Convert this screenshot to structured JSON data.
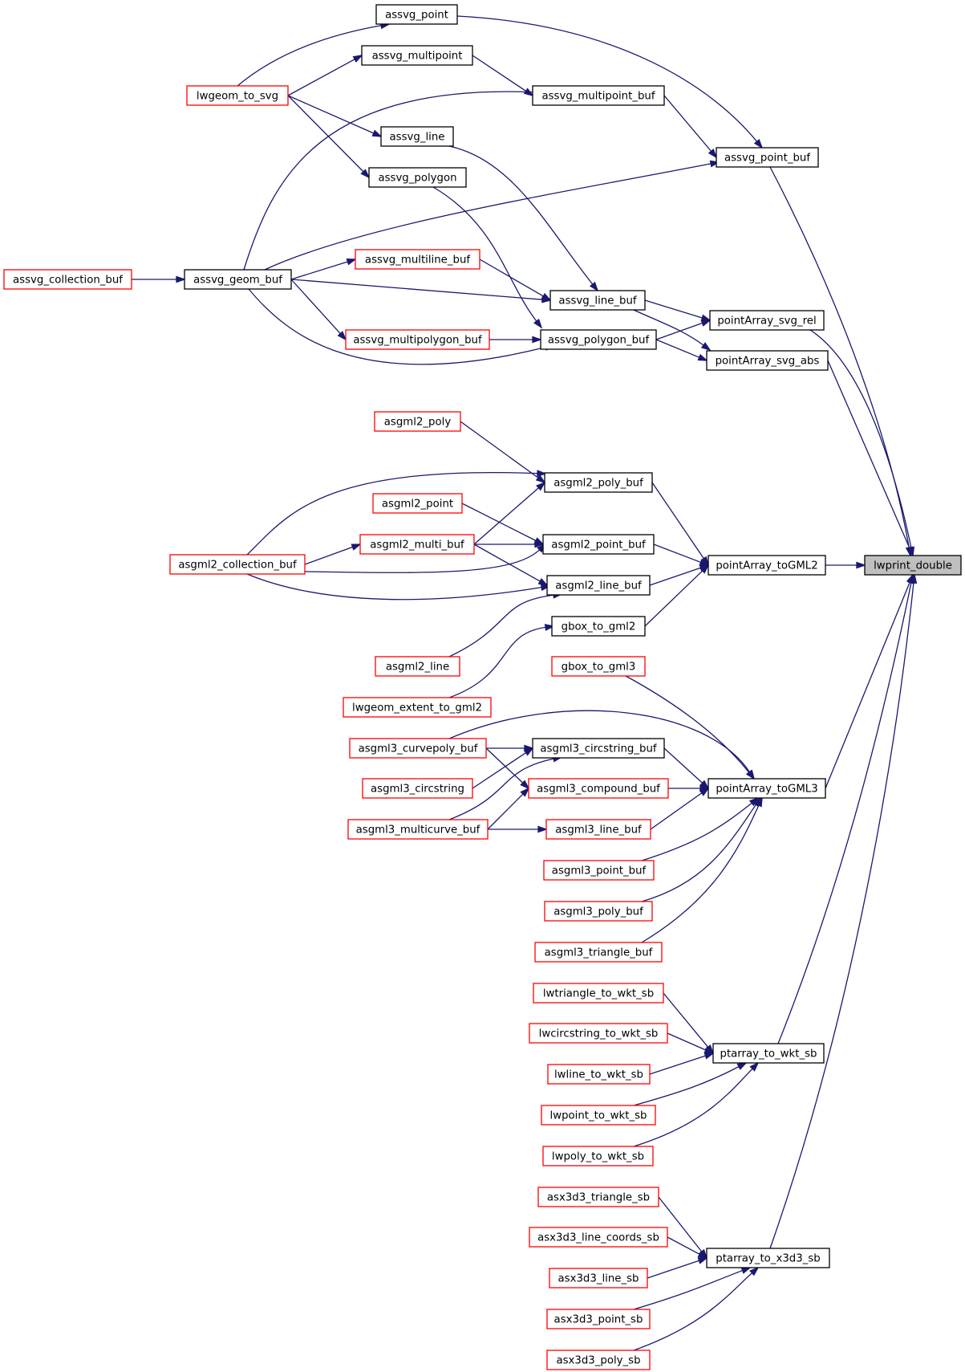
{
  "nodes": {
    "lwprint_double": {
      "label": "lwprint_double",
      "style": "root"
    },
    "assvg_point": {
      "label": "assvg_point",
      "style": "black"
    },
    "assvg_multipoint": {
      "label": "assvg_multipoint",
      "style": "black"
    },
    "lwgeom_to_svg": {
      "label": "lwgeom_to_svg",
      "style": "red"
    },
    "assvg_multipoint_buf": {
      "label": "assvg_multipoint_buf",
      "style": "black"
    },
    "assvg_line": {
      "label": "assvg_line",
      "style": "black"
    },
    "assvg_point_buf": {
      "label": "assvg_point_buf",
      "style": "black"
    },
    "assvg_polygon": {
      "label": "assvg_polygon",
      "style": "black"
    },
    "assvg_multiline_buf": {
      "label": "assvg_multiline_buf",
      "style": "red"
    },
    "assvg_collection_buf": {
      "label": "assvg_collection_buf",
      "style": "red"
    },
    "assvg_geom_buf": {
      "label": "assvg_geom_buf",
      "style": "black"
    },
    "assvg_line_buf": {
      "label": "assvg_line_buf",
      "style": "black"
    },
    "pointArray_svg_rel": {
      "label": "pointArray_svg_rel",
      "style": "black"
    },
    "assvg_multipolygon_buf": {
      "label": "assvg_multipolygon_buf",
      "style": "red"
    },
    "assvg_polygon_buf": {
      "label": "assvg_polygon_buf",
      "style": "black"
    },
    "pointArray_svg_abs": {
      "label": "pointArray_svg_abs",
      "style": "black"
    },
    "asgml2_poly": {
      "label": "asgml2_poly",
      "style": "red"
    },
    "asgml2_poly_buf": {
      "label": "asgml2_poly_buf",
      "style": "black"
    },
    "asgml2_point": {
      "label": "asgml2_point",
      "style": "red"
    },
    "asgml2_multi_buf": {
      "label": "asgml2_multi_buf",
      "style": "red"
    },
    "asgml2_point_buf": {
      "label": "asgml2_point_buf",
      "style": "black"
    },
    "asgml2_collection_buf": {
      "label": "asgml2_collection_buf",
      "style": "red"
    },
    "pointArray_toGML2": {
      "label": "pointArray_toGML2",
      "style": "black"
    },
    "asgml2_line_buf": {
      "label": "asgml2_line_buf",
      "style": "black"
    },
    "gbox_to_gml2": {
      "label": "gbox_to_gml2",
      "style": "black"
    },
    "asgml2_line": {
      "label": "asgml2_line",
      "style": "red"
    },
    "gbox_to_gml3": {
      "label": "gbox_to_gml3",
      "style": "red"
    },
    "lwgeom_extent_to_gml2": {
      "label": "lwgeom_extent_to_gml2",
      "style": "red"
    },
    "asgml3_curvepoly_buf": {
      "label": "asgml3_curvepoly_buf",
      "style": "red"
    },
    "asgml3_circstring_buf": {
      "label": "asgml3_circstring_buf",
      "style": "black"
    },
    "asgml3_circstring": {
      "label": "asgml3_circstring",
      "style": "red"
    },
    "asgml3_compound_buf": {
      "label": "asgml3_compound_buf",
      "style": "red"
    },
    "pointArray_toGML3": {
      "label": "pointArray_toGML3",
      "style": "black"
    },
    "asgml3_multicurve_buf": {
      "label": "asgml3_multicurve_buf",
      "style": "red"
    },
    "asgml3_line_buf": {
      "label": "asgml3_line_buf",
      "style": "red"
    },
    "asgml3_point_buf": {
      "label": "asgml3_point_buf",
      "style": "red"
    },
    "asgml3_poly_buf": {
      "label": "asgml3_poly_buf",
      "style": "red"
    },
    "asgml3_triangle_buf": {
      "label": "asgml3_triangle_buf",
      "style": "red"
    },
    "lwtriangle_to_wkt_sb": {
      "label": "lwtriangle_to_wkt_sb",
      "style": "red"
    },
    "lwcircstring_to_wkt_sb": {
      "label": "lwcircstring_to_wkt_sb",
      "style": "red"
    },
    "ptarray_to_wkt_sb": {
      "label": "ptarray_to_wkt_sb",
      "style": "black"
    },
    "lwline_to_wkt_sb": {
      "label": "lwline_to_wkt_sb",
      "style": "red"
    },
    "lwpoint_to_wkt_sb": {
      "label": "lwpoint_to_wkt_sb",
      "style": "red"
    },
    "lwpoly_to_wkt_sb": {
      "label": "lwpoly_to_wkt_sb",
      "style": "red"
    },
    "asx3d3_triangle_sb": {
      "label": "asx3d3_triangle_sb",
      "style": "red"
    },
    "asx3d3_line_coords_sb": {
      "label": "asx3d3_line_coords_sb",
      "style": "red"
    },
    "ptarray_to_x3d3_sb": {
      "label": "ptarray_to_x3d3_sb",
      "style": "black"
    },
    "asx3d3_line_sb": {
      "label": "asx3d3_line_sb",
      "style": "red"
    },
    "asx3d3_point_sb": {
      "label": "asx3d3_point_sb",
      "style": "red"
    },
    "asx3d3_poly_sb": {
      "label": "asx3d3_poly_sb",
      "style": "red"
    }
  },
  "edges": [
    {
      "from": "assvg_point",
      "to": "assvg_point_buf"
    },
    {
      "from": "lwgeom_to_svg",
      "to": "assvg_point"
    },
    {
      "from": "lwgeom_to_svg",
      "to": "assvg_multipoint"
    },
    {
      "from": "lwgeom_to_svg",
      "to": "assvg_line"
    },
    {
      "from": "lwgeom_to_svg",
      "to": "assvg_polygon"
    },
    {
      "from": "assvg_multipoint",
      "to": "assvg_multipoint_buf"
    },
    {
      "from": "assvg_multipoint_buf",
      "to": "assvg_point_buf"
    },
    {
      "from": "assvg_geom_buf",
      "to": "assvg_multipoint_buf"
    },
    {
      "from": "assvg_geom_buf",
      "to": "assvg_point_buf"
    },
    {
      "from": "assvg_point_buf",
      "to": "lwprint_double"
    },
    {
      "from": "assvg_line",
      "to": "assvg_line_buf"
    },
    {
      "from": "assvg_polygon",
      "to": "assvg_polygon_buf"
    },
    {
      "from": "assvg_collection_buf",
      "to": "assvg_geom_buf"
    },
    {
      "from": "assvg_geom_buf",
      "to": "assvg_multiline_buf"
    },
    {
      "from": "assvg_geom_buf",
      "to": "assvg_line_buf"
    },
    {
      "from": "assvg_geom_buf",
      "to": "assvg_multipolygon_buf"
    },
    {
      "from": "assvg_geom_buf",
      "to": "assvg_polygon_buf"
    },
    {
      "from": "assvg_multiline_buf",
      "to": "assvg_line_buf"
    },
    {
      "from": "assvg_multipolygon_buf",
      "to": "assvg_polygon_buf"
    },
    {
      "from": "assvg_line_buf",
      "to": "pointArray_svg_rel"
    },
    {
      "from": "assvg_line_buf",
      "to": "pointArray_svg_abs"
    },
    {
      "from": "assvg_polygon_buf",
      "to": "pointArray_svg_rel"
    },
    {
      "from": "assvg_polygon_buf",
      "to": "pointArray_svg_abs"
    },
    {
      "from": "pointArray_svg_rel",
      "to": "lwprint_double"
    },
    {
      "from": "pointArray_svg_abs",
      "to": "lwprint_double"
    },
    {
      "from": "asgml2_poly",
      "to": "asgml2_poly_buf"
    },
    {
      "from": "asgml2_collection_buf",
      "to": "asgml2_poly_buf"
    },
    {
      "from": "asgml2_multi_buf",
      "to": "asgml2_poly_buf"
    },
    {
      "from": "asgml2_poly_buf",
      "to": "pointArray_toGML2"
    },
    {
      "from": "asgml2_point",
      "to": "asgml2_point_buf"
    },
    {
      "from": "asgml2_collection_buf",
      "to": "asgml2_multi_buf"
    },
    {
      "from": "asgml2_multi_buf",
      "to": "asgml2_point_buf"
    },
    {
      "from": "asgml2_multi_buf",
      "to": "asgml2_line_buf"
    },
    {
      "from": "asgml2_collection_buf",
      "to": "asgml2_point_buf"
    },
    {
      "from": "asgml2_collection_buf",
      "to": "asgml2_line_buf"
    },
    {
      "from": "asgml2_point_buf",
      "to": "pointArray_toGML2"
    },
    {
      "from": "asgml2_line_buf",
      "to": "pointArray_toGML2"
    },
    {
      "from": "gbox_to_gml2",
      "to": "pointArray_toGML2"
    },
    {
      "from": "asgml2_line",
      "to": "asgml2_line_buf"
    },
    {
      "from": "lwgeom_extent_to_gml2",
      "to": "gbox_to_gml2"
    },
    {
      "from": "pointArray_toGML2",
      "to": "lwprint_double"
    },
    {
      "from": "gbox_to_gml3",
      "to": "pointArray_toGML3"
    },
    {
      "from": "asgml3_curvepoly_buf",
      "to": "pointArray_toGML3"
    },
    {
      "from": "asgml3_curvepoly_buf",
      "to": "asgml3_circstring_buf"
    },
    {
      "from": "asgml3_curvepoly_buf",
      "to": "asgml3_compound_buf"
    },
    {
      "from": "asgml3_circstring",
      "to": "asgml3_circstring_buf"
    },
    {
      "from": "asgml3_multicurve_buf",
      "to": "asgml3_circstring_buf"
    },
    {
      "from": "asgml3_multicurve_buf",
      "to": "asgml3_compound_buf"
    },
    {
      "from": "asgml3_multicurve_buf",
      "to": "asgml3_line_buf"
    },
    {
      "from": "asgml3_circstring_buf",
      "to": "pointArray_toGML3"
    },
    {
      "from": "asgml3_compound_buf",
      "to": "pointArray_toGML3"
    },
    {
      "from": "asgml3_line_buf",
      "to": "pointArray_toGML3"
    },
    {
      "from": "asgml3_point_buf",
      "to": "pointArray_toGML3"
    },
    {
      "from": "asgml3_poly_buf",
      "to": "pointArray_toGML3"
    },
    {
      "from": "asgml3_triangle_buf",
      "to": "pointArray_toGML3"
    },
    {
      "from": "pointArray_toGML3",
      "to": "lwprint_double"
    },
    {
      "from": "lwtriangle_to_wkt_sb",
      "to": "ptarray_to_wkt_sb"
    },
    {
      "from": "lwcircstring_to_wkt_sb",
      "to": "ptarray_to_wkt_sb"
    },
    {
      "from": "lwline_to_wkt_sb",
      "to": "ptarray_to_wkt_sb"
    },
    {
      "from": "lwpoint_to_wkt_sb",
      "to": "ptarray_to_wkt_sb"
    },
    {
      "from": "lwpoly_to_wkt_sb",
      "to": "ptarray_to_wkt_sb"
    },
    {
      "from": "ptarray_to_wkt_sb",
      "to": "lwprint_double"
    },
    {
      "from": "asx3d3_triangle_sb",
      "to": "ptarray_to_x3d3_sb"
    },
    {
      "from": "asx3d3_line_coords_sb",
      "to": "ptarray_to_x3d3_sb"
    },
    {
      "from": "asx3d3_line_sb",
      "to": "ptarray_to_x3d3_sb"
    },
    {
      "from": "asx3d3_point_sb",
      "to": "ptarray_to_x3d3_sb"
    },
    {
      "from": "asx3d3_poly_sb",
      "to": "ptarray_to_x3d3_sb"
    },
    {
      "from": "ptarray_to_x3d3_sb",
      "to": "lwprint_double"
    }
  ],
  "colors": {
    "edge": "#191970",
    "black_border": "#000000",
    "red_border": "#ff0000",
    "root_fill": "#bfbfbf"
  }
}
